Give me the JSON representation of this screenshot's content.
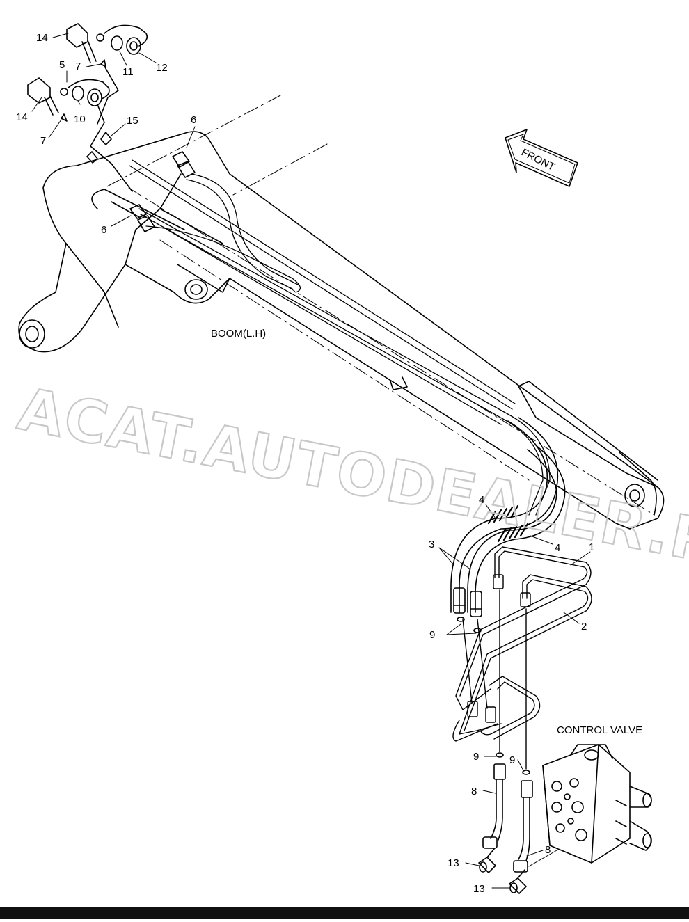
{
  "labels": {
    "boom": "BOOM(L.H)",
    "control_valve": "CONTROL VALVE",
    "front": "FRONT"
  },
  "watermark": "ACAT.AUTODEALER.RU",
  "callouts": {
    "c14a": "14",
    "c14b": "14",
    "c5": "5",
    "c7a": "7",
    "c7b": "7",
    "c10": "10",
    "c11": "11",
    "c12": "12",
    "c15": "15",
    "c6a": "6",
    "c6b": "6",
    "c4a": "4",
    "c4b": "4",
    "c3": "3",
    "c1": "1",
    "c2": "2",
    "c9a": "9",
    "c9b": "9",
    "c9c": "9",
    "c8a": "8",
    "c8b": "8",
    "c13a": "13",
    "c13b": "13"
  },
  "colors": {
    "line": "#000000",
    "watermark": "#c8c8c8",
    "bar": "#111111"
  }
}
